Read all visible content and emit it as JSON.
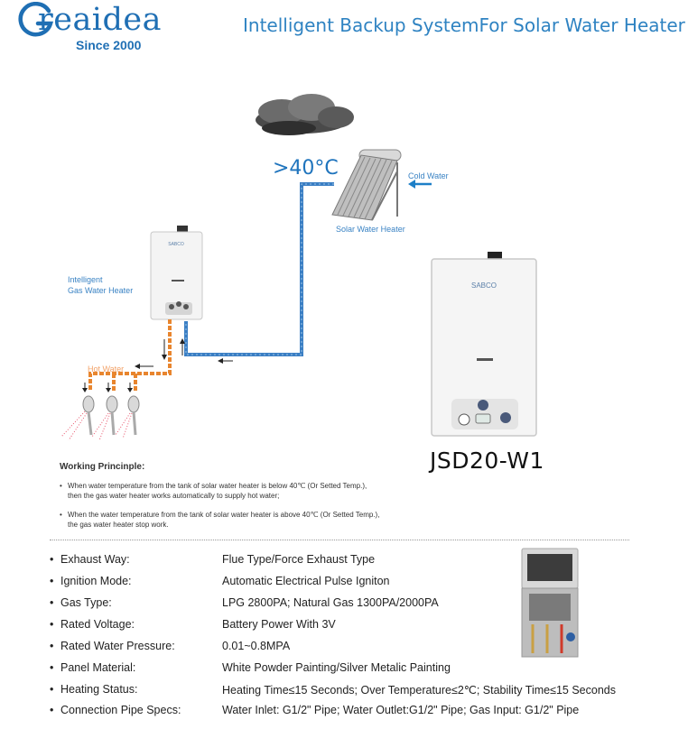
{
  "brand": {
    "name": "reaidea",
    "tagline": "Since 2000"
  },
  "headline": "Intelligent Backup SystemFor Solar Water Heater",
  "diagram": {
    "temperature": ">40°C",
    "cold_water": "Cold Water",
    "solar_water_heater": "Solar Water Heater",
    "gas_heater_line1": "Intelligent",
    "gas_heater_line2": "Gas Water Heater",
    "hot_water": "Hot Water",
    "heater_logo": "SABCO"
  },
  "product": {
    "model": "JSD20-W1",
    "logo": "SABCO"
  },
  "working_principle": {
    "title": "Working Princinple:",
    "notes": [
      {
        "line1": "When water temperature from the tank of solar water heater is below 40℃ (Or Setted Temp.),",
        "line2": "then the gas water heater works automatically to supply hot water;"
      },
      {
        "line1": "When the water temperature from the tank of solar water heater is above 40℃ (Or Setted Temp.),",
        "line2": "the gas water heater stop work."
      }
    ]
  },
  "specs": [
    {
      "label": "Exhaust Way:",
      "value": "Flue Type/Force Exhaust Type"
    },
    {
      "label": "Ignition Mode:",
      "value": "Automatic Electrical Pulse Igniton"
    },
    {
      "label": "Gas Type:",
      "value": "LPG 2800PA; Natural Gas 1300PA/2000PA"
    },
    {
      "label": "Rated Voltage:",
      "value": "Battery Power With 3V"
    },
    {
      "label": "Rated Water Pressure:",
      "value": "0.01~0.8MPA"
    },
    {
      "label": "Panel Material:",
      "value": "White Powder Painting/Silver Metalic Painting"
    },
    {
      "label": "Heating Status:",
      "value": "Heating Time≤15 Seconds; Over Temperature≤2℃; Stability Time≤15 Seconds"
    },
    {
      "label": "Connection Pipe Specs:",
      "value": "Water Inlet: G1/2\" Pipe; Water Outlet:G1/2\" Pipe; Gas Input: G1/2\" Pipe"
    }
  ],
  "colors": {
    "brand_blue": "#1f6fb4",
    "pipe_blue": "#3b7fc4",
    "pipe_orange": "#e8852e",
    "arrow_blue": "#1d7fc7"
  }
}
